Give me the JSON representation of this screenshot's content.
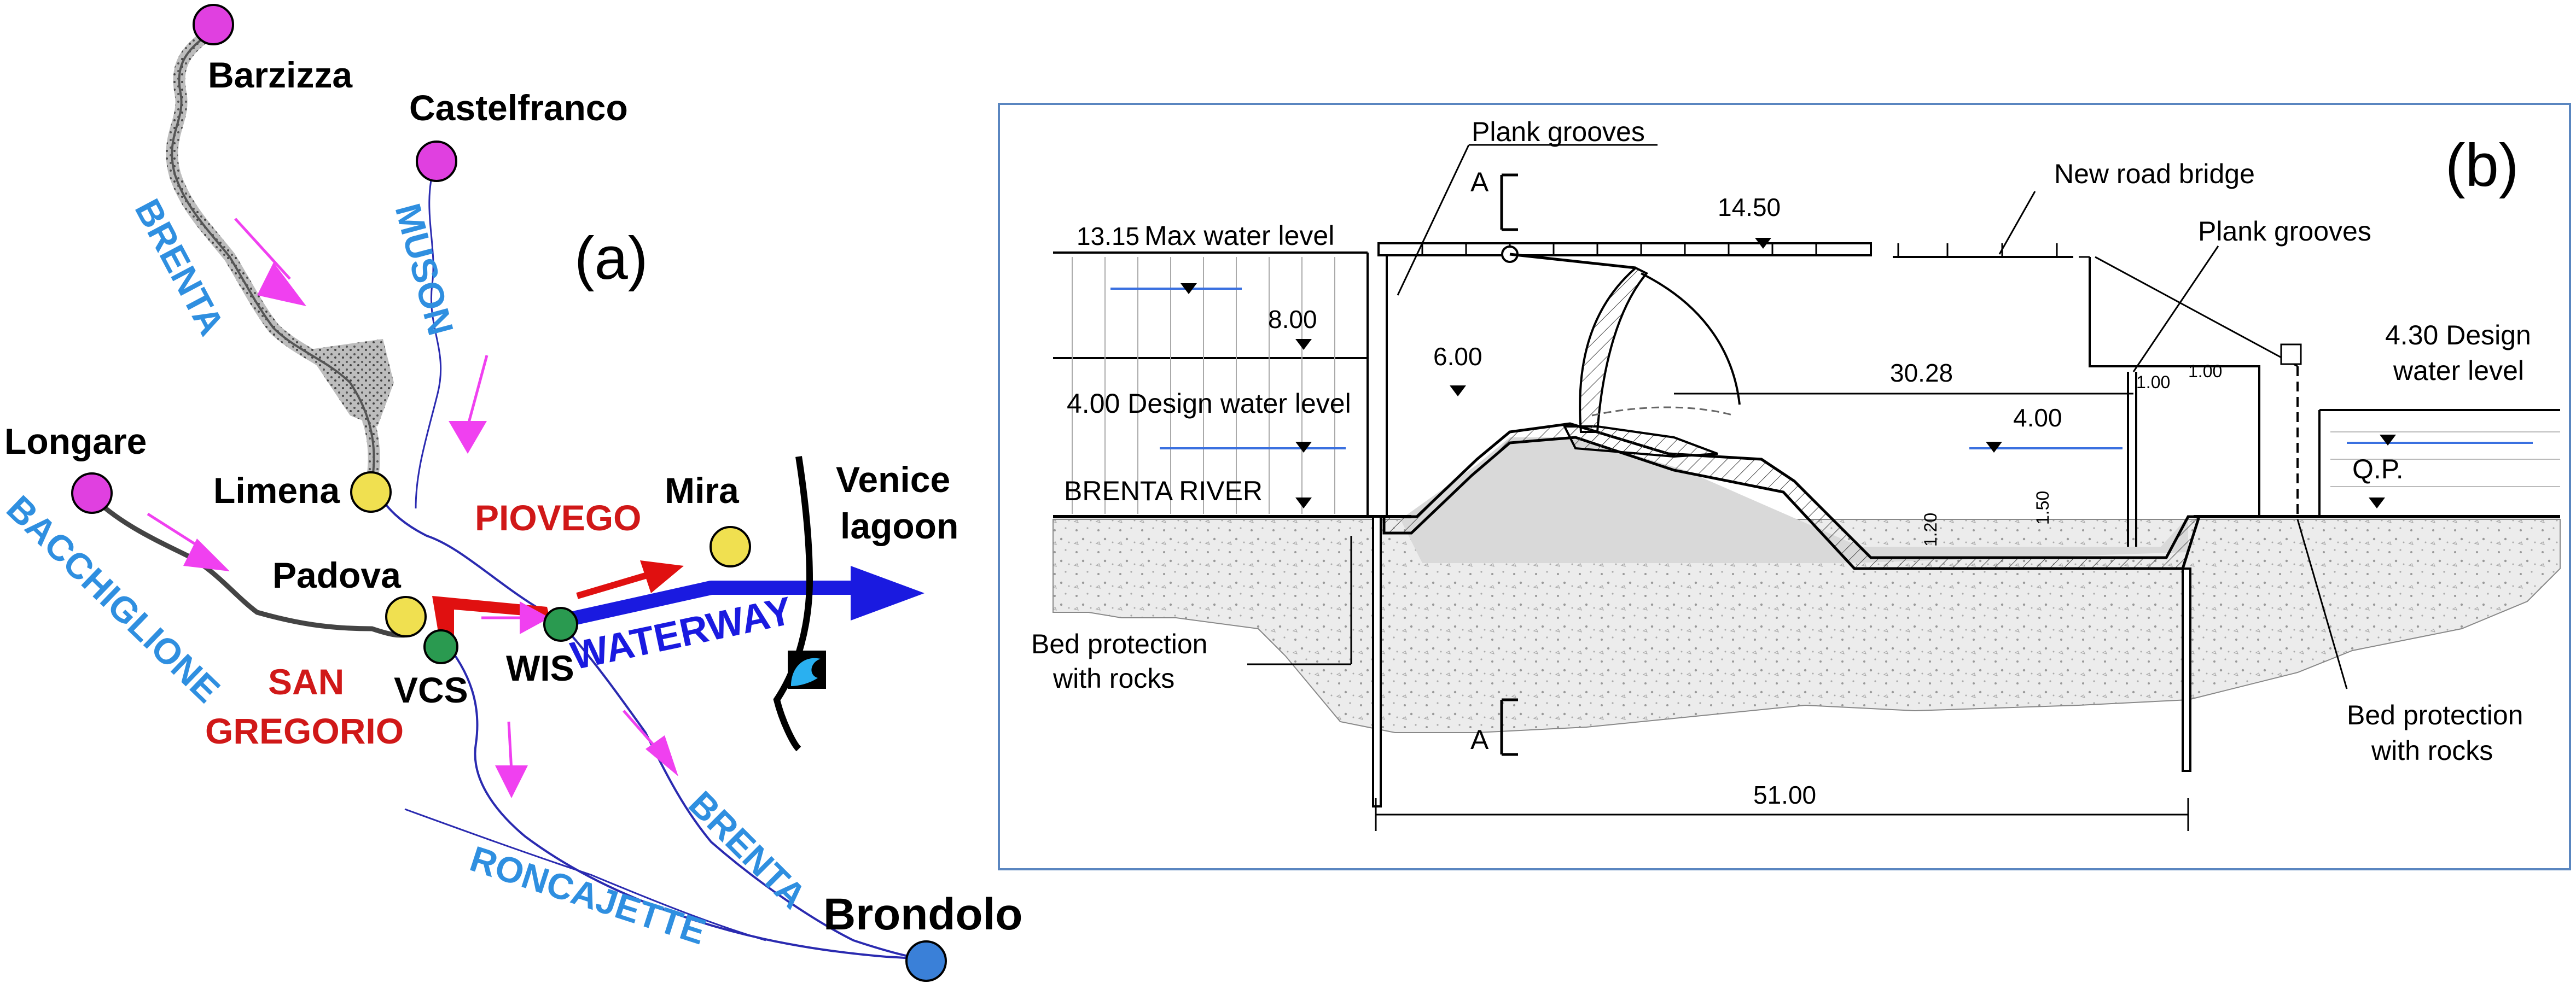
{
  "panel_a": {
    "label": "(a)",
    "towns": {
      "barzizza": "Barzizza",
      "castelfranco": "Castelfranco",
      "longare": "Longare",
      "limena": "Limena",
      "padova": "Padova",
      "mira": "Mira",
      "venice_lagoon_1": "Venice",
      "venice_lagoon_2": "lagoon",
      "brondolo": "Brondolo"
    },
    "rivers": {
      "brenta_upper": "BRENTA",
      "muson": "MUSON",
      "bacchiglione": "BACCHIGLIONE",
      "roncajette": "RONCAJETTE",
      "brenta_lower": "BRENTA"
    },
    "structures": {
      "piovego": "PIOVEGO",
      "san": "SAN",
      "gregorio": "GREGORIO",
      "vcs": "VCS",
      "wis": "WIS",
      "waterway": "WATERWAY"
    },
    "colors": {
      "source_node": "#e040e0",
      "junction_node": "#f0e050",
      "structure_node": "#2a9a50",
      "outlet_node": "#3a80d8",
      "river_text": "#2f8fe0",
      "red_text": "#d01818",
      "waterway_blue": "#1a1ae0",
      "flow_arrow": "#f040f0"
    }
  },
  "panel_b": {
    "label": "(b)",
    "annotations": {
      "plank_grooves_left": "Plank grooves",
      "plank_grooves_right": "Plank grooves",
      "new_road_bridge": "New road bridge",
      "max_water_level": "Max water level",
      "design_water_level_left": "4.00 Design water level",
      "brenta_river": "BRENTA RIVER",
      "bed_protection_left_1": "Bed protection",
      "bed_protection_left_2": "with rocks",
      "bed_protection_right_1": "Bed protection",
      "bed_protection_right_2": "with rocks",
      "design_water_level_right_1": "4.30 Design",
      "design_water_level_right_2": "water level",
      "qp": "Q.P.",
      "section_a_top": "A",
      "section_a_bottom": "A"
    },
    "levels": {
      "max_level": "13.15",
      "bridge_deck": "14.50",
      "level_8": "8.00",
      "level_6": "6.00",
      "length_3028": "30.28",
      "level_4": "4.00",
      "dim_100_a": "1.00",
      "dim_100_b": "1.00",
      "dim_120": "1.20",
      "dim_150": "1.50",
      "total_length": "51.00"
    }
  }
}
